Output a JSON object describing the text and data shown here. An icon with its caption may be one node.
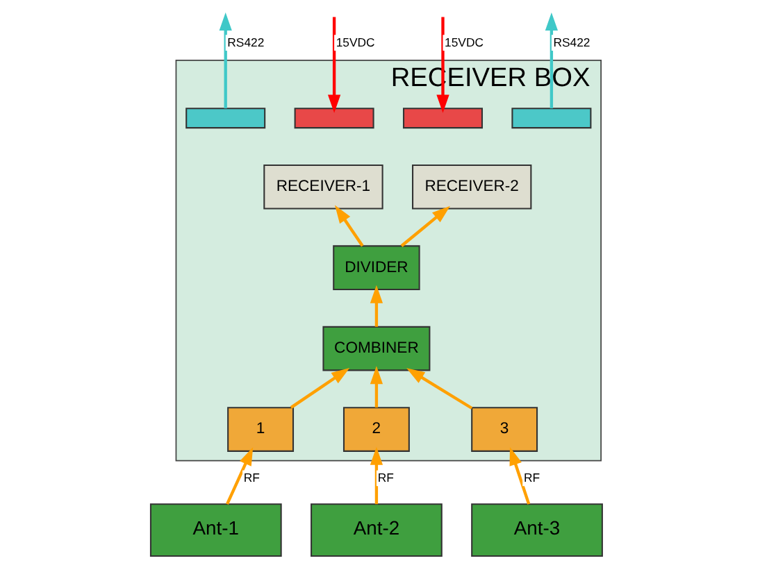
{
  "diagram": {
    "nodes": [
      {
        "text": [
          "RECEIVER BOX"
        ]
      },
      {
        "text": [],
        "shape": "box",
        "in": 0
      },
      {
        "text": [],
        "shape": "box",
        "in": 0
      },
      {
        "text": [
          "RECEIVER-1"
        ],
        "in": 0
      },
      {
        "text": [],
        "shape": "box",
        "in": 0
      },
      {
        "text": [],
        "shape": "box",
        "in": 0
      },
      {
        "text": [
          "RECEIVER-2"
        ],
        "in": 0
      },
      {
        "text": [
          "DIVIDER"
        ],
        "in": 0
      },
      {
        "text": [
          "COMBINER"
        ],
        "in": 0
      },
      {
        "text": [
          "1"
        ],
        "in": 0
      },
      {
        "text": [
          "2"
        ],
        "in": 0
      },
      {
        "text": [
          "3"
        ],
        "in": 0
      },
      {
        "text": [
          "Ant-1"
        ]
      },
      {
        "text": [
          "Ant-2"
        ]
      },
      {
        "text": [
          "Ant-3"
        ]
      }
    ],
    "edges": [
      {
        "from": 1,
        "to": null,
        "arrow": "to",
        "label": "RS422",
        "color": "#40c8c8"
      },
      {
        "from": null,
        "to": 2,
        "arrow": "to",
        "label": "15VDC",
        "color": "#ff0000"
      },
      {
        "from": null,
        "to": 4,
        "arrow": "to",
        "label": "15VDC",
        "color": "#ff0000"
      },
      {
        "from": 5,
        "to": null,
        "arrow": "to",
        "label": "RS422",
        "color": "#40c8c8"
      },
      {
        "from": 7,
        "to": 3,
        "arrow": "to"
      },
      {
        "from": 7,
        "to": 6,
        "arrow": "to"
      },
      {
        "from": 8,
        "to": 7,
        "arrow": "to"
      },
      {
        "from": 9,
        "to": 8,
        "arrow": "to"
      },
      {
        "from": 10,
        "to": 8,
        "arrow": "to"
      },
      {
        "from": 11,
        "to": 8,
        "arrow": "to"
      },
      {
        "from": 12,
        "to": 9,
        "arrow": "to",
        "label": "RF"
      },
      {
        "from": 13,
        "to": 10,
        "arrow": "to",
        "label": "RF"
      },
      {
        "from": 14,
        "to": 11,
        "arrow": "to",
        "label": "RF"
      }
    ]
  }
}
